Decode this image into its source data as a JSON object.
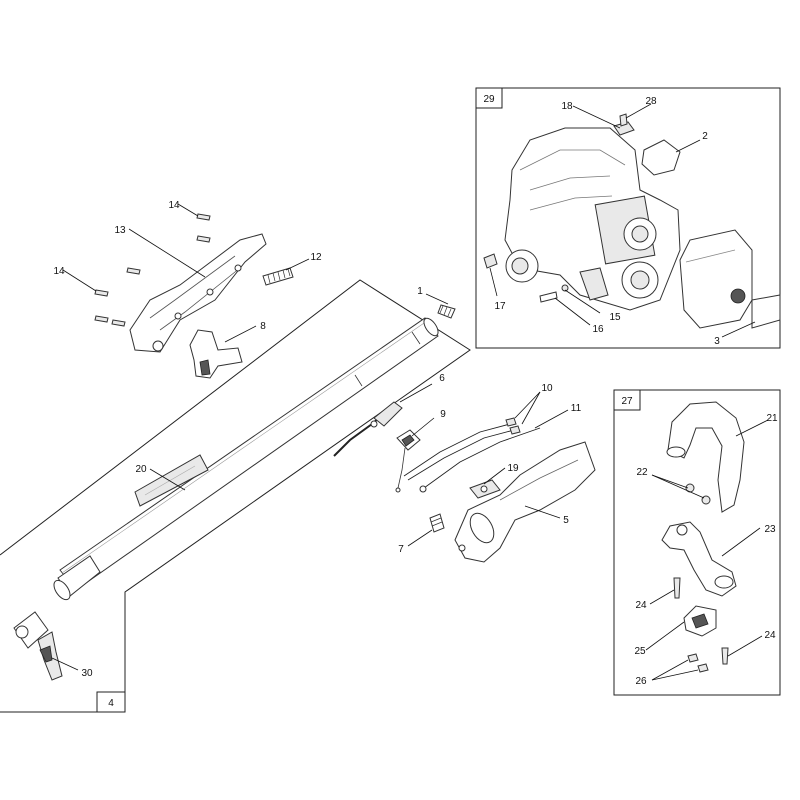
{
  "callouts": {
    "c1": "1",
    "c2": "2",
    "c3": "3",
    "c5": "5",
    "c6": "6",
    "c7": "7",
    "c8": "8",
    "c9": "9",
    "c10": "10",
    "c11": "11",
    "c12": "12",
    "c13": "13",
    "c14a": "14",
    "c14b": "14",
    "c15": "15",
    "c16": "16",
    "c17": "17",
    "c18": "18",
    "c19": "19",
    "c20": "20",
    "c21": "21",
    "c22": "22",
    "c23": "23",
    "c24a": "24",
    "c24b": "24",
    "c25": "25",
    "c26": "26",
    "c28": "28",
    "c30": "30"
  },
  "boxes": {
    "shaft_box": "4",
    "engine_box": "29",
    "handle_box": "27"
  }
}
